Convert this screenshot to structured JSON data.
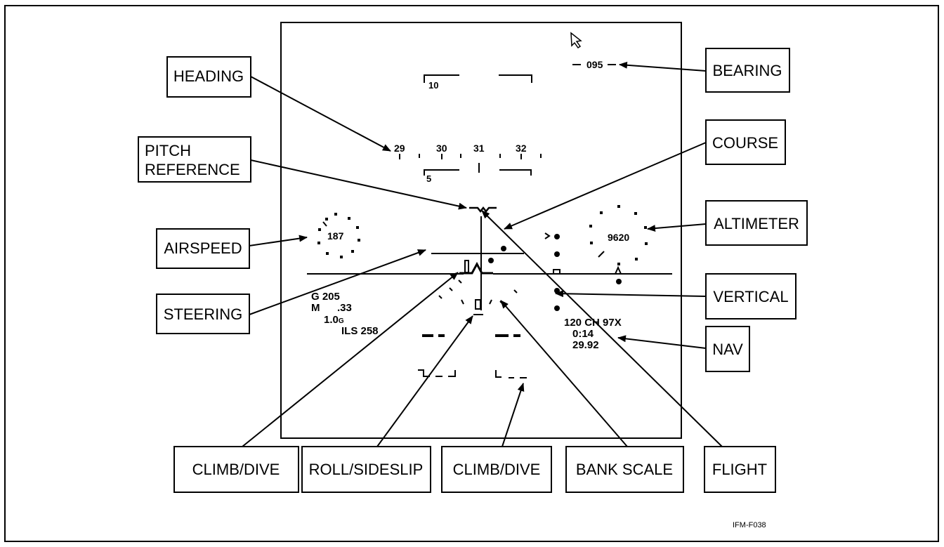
{
  "figure_id": "IFM-F038",
  "callouts": {
    "heading": "HEADING",
    "pitch_reference_line1": "PITCH",
    "pitch_reference_line2": "REFERENCE",
    "airspeed": "AIRSPEED",
    "steering": "STEERING",
    "bearing": "BEARING",
    "course": "COURSE",
    "altimeter": "ALTIMETER",
    "vertical": "VERTICAL",
    "nav": "NAV",
    "flight": "FLIGHT",
    "climb_dive_left": "CLIMB/DIVE",
    "roll_sideslip": "ROLL/SIDESLIP",
    "climb_dive_right": "CLIMB/DIVE",
    "bank_scale": "BANK SCALE"
  },
  "hud": {
    "bearing_value": "095",
    "pitch_upper": "10",
    "pitch_lower": "5",
    "heading_ticks": [
      "29",
      "30",
      "31",
      "32"
    ],
    "airspeed_value": "187",
    "altimeter_value": "9620",
    "ground_speed": "G 205",
    "mach_label": "M",
    "mach_value": ".33",
    "g_load": "1.0",
    "g_suffix": "G",
    "ils": "ILS 258",
    "nav_line1": "120 CH 97X",
    "nav_line2": "0:14",
    "nav_line3": "29.92"
  }
}
